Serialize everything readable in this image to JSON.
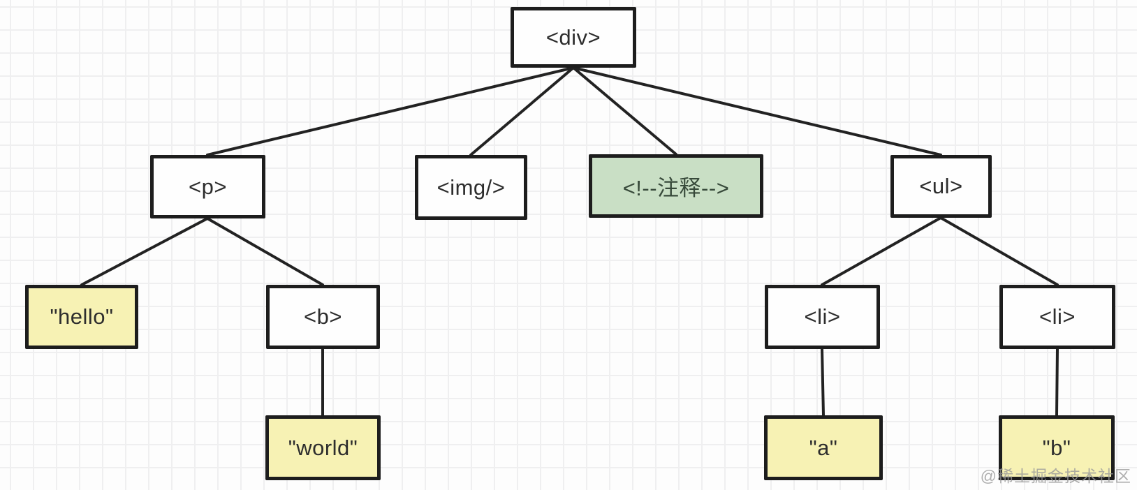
{
  "diagram": {
    "title_hint": "DOM tree of an HTML fragment",
    "nodes": {
      "div": {
        "label": "<div>",
        "kind": "element"
      },
      "p": {
        "label": "<p>",
        "kind": "element"
      },
      "img": {
        "label": "<img/>",
        "kind": "element"
      },
      "comment": {
        "label": "<!--注释-->",
        "kind": "comment"
      },
      "ul": {
        "label": "<ul>",
        "kind": "element"
      },
      "hello": {
        "label": "\"hello\"",
        "kind": "text"
      },
      "b": {
        "label": "<b>",
        "kind": "element"
      },
      "li1": {
        "label": "<li>",
        "kind": "element"
      },
      "li2": {
        "label": "<li>",
        "kind": "element"
      },
      "world": {
        "label": "\"world\"",
        "kind": "text"
      },
      "a": {
        "label": "\"a\"",
        "kind": "text"
      },
      "btext": {
        "label": "\"b\"",
        "kind": "text"
      }
    },
    "edges": [
      [
        "div",
        "p"
      ],
      [
        "div",
        "img"
      ],
      [
        "div",
        "comment"
      ],
      [
        "div",
        "ul"
      ],
      [
        "p",
        "hello"
      ],
      [
        "p",
        "b"
      ],
      [
        "b",
        "world"
      ],
      [
        "ul",
        "li1"
      ],
      [
        "ul",
        "li2"
      ],
      [
        "li1",
        "a"
      ],
      [
        "li2",
        "btext"
      ]
    ]
  },
  "colors": {
    "element_box_bg": "#fefefe",
    "text_node_bg": "#f7f2b4",
    "comment_node_bg": "#c9dfc5",
    "comment_text": "#37493a",
    "box_border": "#1d1d1d",
    "edge_line": "#222222",
    "grid_line": "#efeff0",
    "background": "#fdfdfd",
    "watermark_text_color": "#9b9b9b"
  },
  "watermark": {
    "text": "@稀土掘金技术社区"
  }
}
